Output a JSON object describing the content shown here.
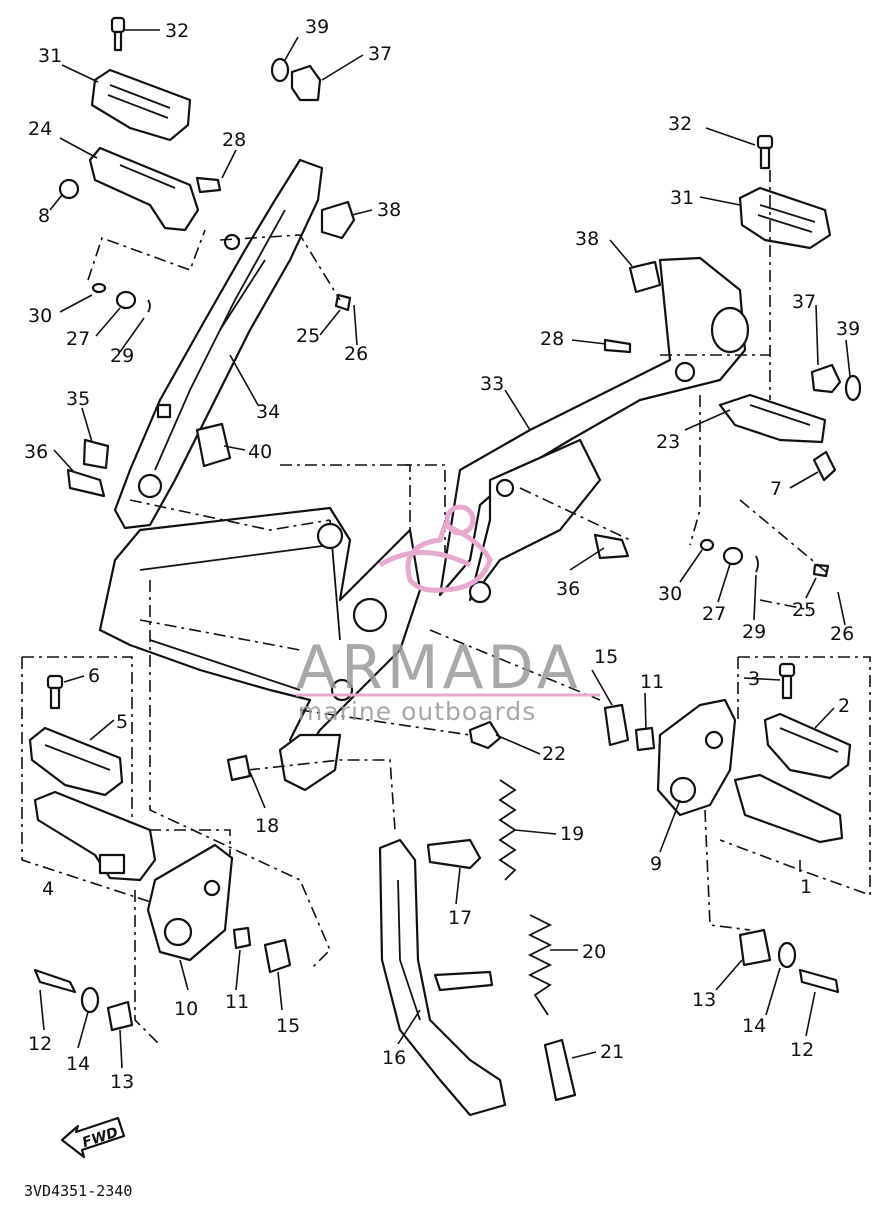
{
  "watermark": {
    "brand": "ARMADA",
    "tagline": "marine outboards",
    "logo_color": "#e8a8d0",
    "text_color": "#9a9a9a"
  },
  "diagram_code": "3VD4351-2340",
  "direction_marker": "FWD",
  "callouts": [
    "1",
    "2",
    "3",
    "4",
    "5",
    "6",
    "7",
    "8",
    "9",
    "10",
    "11",
    "12",
    "13",
    "14",
    "15",
    "16",
    "17",
    "18",
    "19",
    "20",
    "21",
    "22",
    "23",
    "24",
    "25",
    "26",
    "27",
    "28",
    "29",
    "30",
    "31",
    "32",
    "33",
    "34",
    "35",
    "36",
    "37",
    "38",
    "39",
    "40"
  ],
  "callout_labels": {
    "c32a": "32",
    "c31a": "31",
    "c39a": "39",
    "c37a": "37",
    "c24": "24",
    "c28a": "28",
    "c8": "8",
    "c38a": "38",
    "c30a": "30",
    "c27a": "27",
    "c29a": "29",
    "c25a": "25",
    "c26a": "26",
    "c34": "34",
    "c35": "35",
    "c36a": "36",
    "c40": "40",
    "c32b": "32",
    "c31b": "31",
    "c38b": "38",
    "c37b": "37",
    "c39b": "39",
    "c28b": "28",
    "c33": "33",
    "c23": "23",
    "c7": "7",
    "c36b": "36",
    "c30b": "30",
    "c27b": "27",
    "c29b": "29",
    "c25b": "25",
    "c26b": "26",
    "c6": "6",
    "c5": "5",
    "c4": "4",
    "c15a": "15",
    "c11a": "11",
    "c3": "3",
    "c2": "2",
    "c22": "22",
    "c18": "18",
    "c19": "19",
    "c9": "9",
    "c1": "1",
    "c17": "17",
    "c10": "10",
    "c11b": "11",
    "c15b": "15",
    "c20": "20",
    "c13a": "13",
    "c14a": "14",
    "c12a": "12",
    "c12b": "12",
    "c14b": "14",
    "c13b": "13",
    "c16": "16",
    "c21": "21"
  }
}
